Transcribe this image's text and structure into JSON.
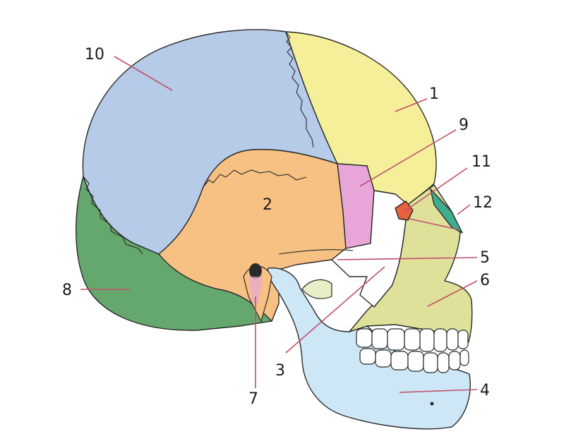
{
  "colors": {
    "frontal": "#f6ef9a",
    "parietal": "#b5cbe8",
    "temporal": "#f6c183",
    "mandible": "#cde7f6",
    "zygomatic": "#ffffff",
    "maxilla": "#dfe19a",
    "occipital": "#64a86e",
    "sphenoid": "#e8a6d8",
    "lacrimal": "#e8603c",
    "nasal": "#3fae8e",
    "leader": "#c0506a"
  },
  "labels": [
    {
      "key": "frontal",
      "text": "1"
    },
    {
      "key": "temporal",
      "text": "2"
    },
    {
      "key": "zygomatic",
      "text": "3"
    },
    {
      "key": "mandible",
      "text": "4"
    },
    {
      "key": "zygomatic_arch",
      "text": "5"
    },
    {
      "key": "maxilla",
      "text": "6"
    },
    {
      "key": "mastoid",
      "text": "7"
    },
    {
      "key": "occipital",
      "text": "8"
    },
    {
      "key": "sphenoid",
      "text": "9"
    },
    {
      "key": "parietal",
      "text": "10"
    },
    {
      "key": "lacrimal",
      "text": "11"
    },
    {
      "key": "nasal",
      "text": "12"
    }
  ]
}
